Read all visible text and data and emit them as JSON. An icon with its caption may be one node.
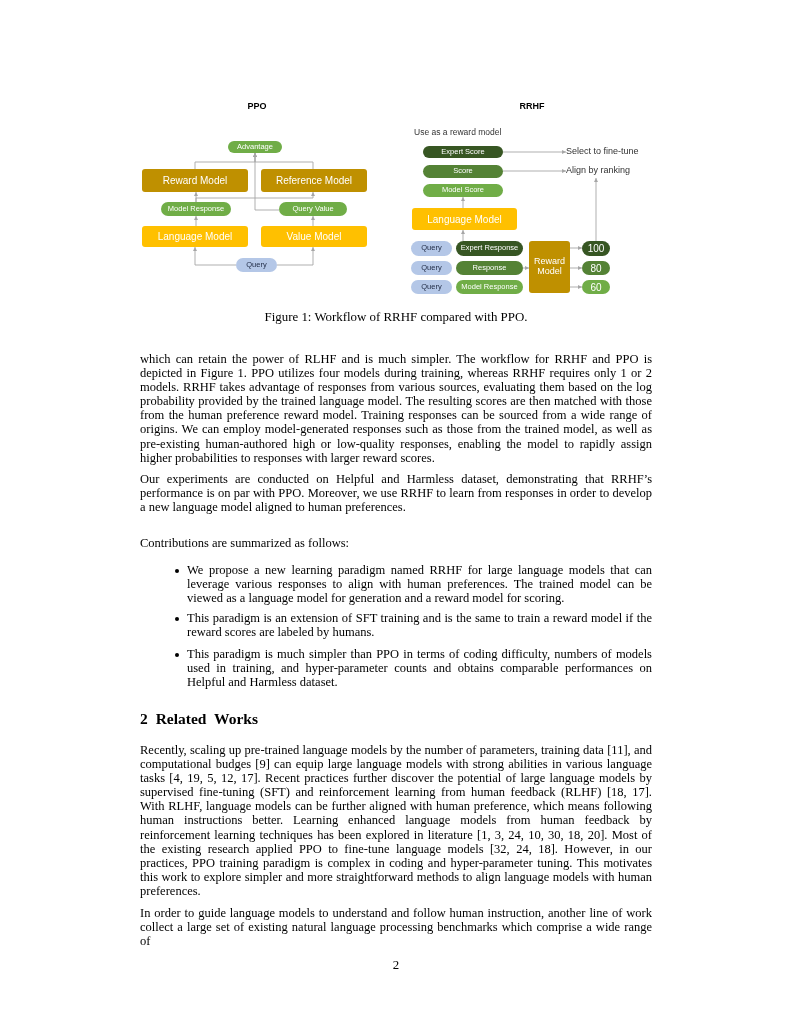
{
  "diagram": {
    "caption": "Figure 1: Workflow of RRHF compared with PPO.",
    "nodes": [
      {
        "text": [
          "Advantage"
        ]
      },
      {
        "text": [
          "Reward Model"
        ]
      },
      {
        "text": [
          "Reference Model"
        ]
      },
      {
        "text": [
          "Model Response"
        ]
      },
      {
        "text": [
          "Query Value"
        ]
      },
      {
        "text": [
          "Language Model"
        ]
      },
      {
        "text": [
          "Value Model"
        ]
      },
      {
        "text": [
          "Query"
        ]
      },
      {
        "text": [
          "Expert Score"
        ]
      },
      {
        "text": [
          "Select to fine-tune"
        ]
      },
      {
        "text": [
          "Score"
        ]
      },
      {
        "text": [
          "Align by ranking"
        ]
      },
      {
        "text": [
          "Model Score"
        ]
      },
      {
        "text": [
          "Language Model"
        ]
      },
      {
        "text": [
          "Query"
        ]
      },
      {
        "text": [
          "Expert Response"
        ]
      },
      {
        "text": [
          "Reward Model"
        ]
      },
      {
        "text": [
          "100"
        ]
      },
      {
        "text": [
          "Query"
        ]
      },
      {
        "text": [
          "Response"
        ]
      },
      {
        "text": [
          "80"
        ]
      },
      {
        "text": [
          "Query"
        ]
      },
      {
        "text": [
          "Model Response"
        ]
      },
      {
        "text": [
          "60"
        ]
      }
    ],
    "edges": [
      {
        "from": 7,
        "to": 5,
        "arrow": "to"
      },
      {
        "from": 7,
        "to": 6,
        "arrow": "to"
      },
      {
        "from": 5,
        "to": 3,
        "arrow": "to"
      },
      {
        "from": 6,
        "to": 4,
        "arrow": "to"
      },
      {
        "from": 3,
        "to": 1,
        "arrow": "to"
      },
      {
        "from": 3,
        "to": 2,
        "arrow": "to"
      },
      {
        "from": 1,
        "to": 0,
        "arrow": "to"
      },
      {
        "from": 2,
        "to": 0,
        "arrow": "to"
      },
      {
        "from": 4,
        "to": 0,
        "arrow": "to"
      },
      {
        "from": 8,
        "to": 9,
        "arrow": "to"
      },
      {
        "from": 10,
        "to": 11,
        "arrow": "to"
      },
      {
        "from": 17,
        "to": 11,
        "arrow": "to"
      },
      {
        "from": 13,
        "to": 12,
        "arrow": "to"
      },
      {
        "from": 15,
        "to": 13,
        "arrow": "to"
      },
      {
        "from": 19,
        "to": 16,
        "arrow": "to"
      },
      {
        "from": 16,
        "to": 17,
        "arrow": "to"
      },
      {
        "from": 16,
        "to": 20,
        "arrow": "to"
      },
      {
        "from": 16,
        "to": 23,
        "arrow": "to"
      }
    ],
    "labels": [
      "PPO",
      "RRHF",
      "Use as a reward model",
      "which can retain the power of RLHF and is much simpler. The workflow for RRHF and PPO is depicted in Figure 1. PPO utilizes four models during training, whereas RRHF requires only 1 or 2 models. RRHF takes advantage of responses from various sources, evaluating them based on the log probability provided by the trained language model. The resulting scores are then matched with those from the human preference reward model. Training responses can be sourced from a wide range of origins. We can employ model-generated responses such as those from the trained model, as well as pre-existing human-authored high or low-quality responses, enabling the model to rapidly assign higher probabilities to responses with larger reward scores.",
      "Our experiments are conducted on Helpful and Harmless dataset, demonstrating that RRHF’s performance is on par with PPO. Moreover, we use RRHF to learn from responses in order to develop a new language model aligned to human preferences.",
      "Contributions are summarized as follows:",
      "We propose a new learning paradigm named RRHF for large language models that can leverage various responses to align with human preferences. The trained model can be viewed as a language model for generation and a reward model for scoring.",
      "This paradigm is an extension of SFT training and is the same to train a reward model if the reward scores are labeled by humans.",
      "This paradigm is much simpler than PPO in terms of coding difficulty, numbers of models used in training, and hyper-parameter counts and obtains comparable performances on Helpful and Harmless dataset.",
      "2 Related Works",
      "Recently, scaling up pre-trained language models by the number of parameters, training data [11], and computational budges [9] can equip large language models with strong abilities in various language tasks [4, 19, 5, 12, 17]. Recent practices further discover the potential of large language models by supervised fine-tuning (SFT) and reinforcement learning from human feedback (RLHF) [18, 17]. With RLHF, language models can be further aligned with human preference, which means following human instructions better. Learning enhanced language models from human feedback by reinforcement learning techniques has been explored in literature [1, 3, 24, 10, 30, 18, 20]. Most of the existing research applied PPO to fine-tune language models [32, 24, 18]. However, in our practices, PPO training paradigm is complex in coding and hyper-parameter tuning. This motivates this work to explore simpler and more straightforward methods to align language models with human preferences.",
      "In order to guide language models to understand and follow human instruction, another line of work collect a large set of existing natural language processing benchmarks which comprise a wide range of",
      "2"
    ]
  }
}
